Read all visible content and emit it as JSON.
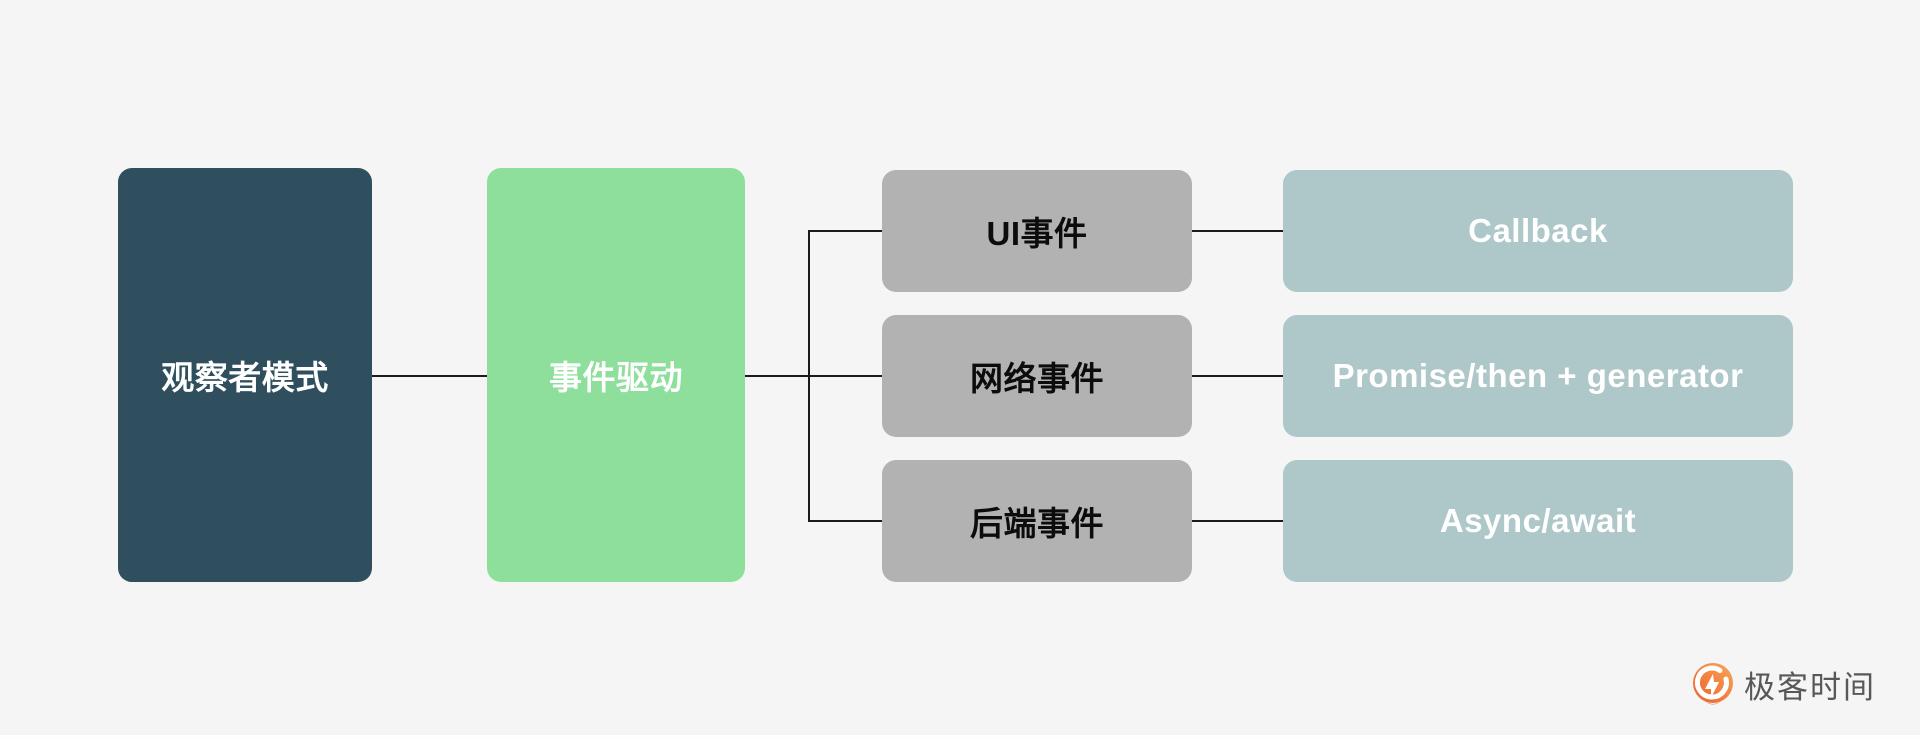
{
  "diagram": {
    "root": {
      "label": "观察者模式"
    },
    "level2": {
      "label": "事件驱动"
    },
    "events": [
      {
        "label": "UI事件"
      },
      {
        "label": "网络事件"
      },
      {
        "label": "后端事件"
      }
    ],
    "solutions": [
      {
        "label": "Callback"
      },
      {
        "label": "Promise/then + generator"
      },
      {
        "label": "Async/await"
      }
    ]
  },
  "branding": {
    "logo_text": "极客时间"
  },
  "colors": {
    "background": "#f4f5f4",
    "root_box": "#2f4e5e",
    "level2_box": "#8edf9c",
    "event_box": "#b2b2b2",
    "solution_box": "#aec7c8",
    "connector": "#1b1b1b",
    "logo_orange_light": "#f9a65a",
    "logo_orange_dark": "#eb5f2a",
    "logo_text_gray": "#57585a"
  }
}
